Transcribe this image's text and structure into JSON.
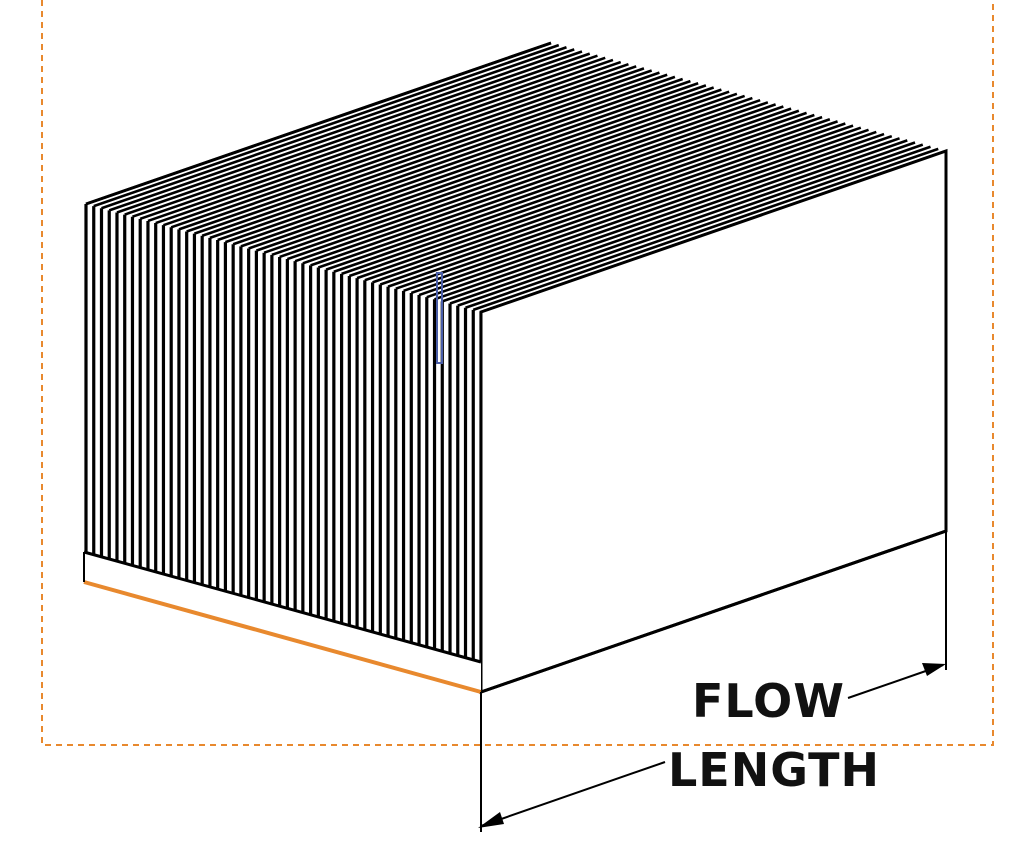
{
  "labels": {
    "flow": "FLOW",
    "length": "LENGTH"
  },
  "colors": {
    "outline": "#000000",
    "background": "#ffffff",
    "boundary": "#e8892e",
    "base_edge": "#e8892e",
    "selection_marker": "#4a5ea8"
  },
  "fin_count": 52
}
